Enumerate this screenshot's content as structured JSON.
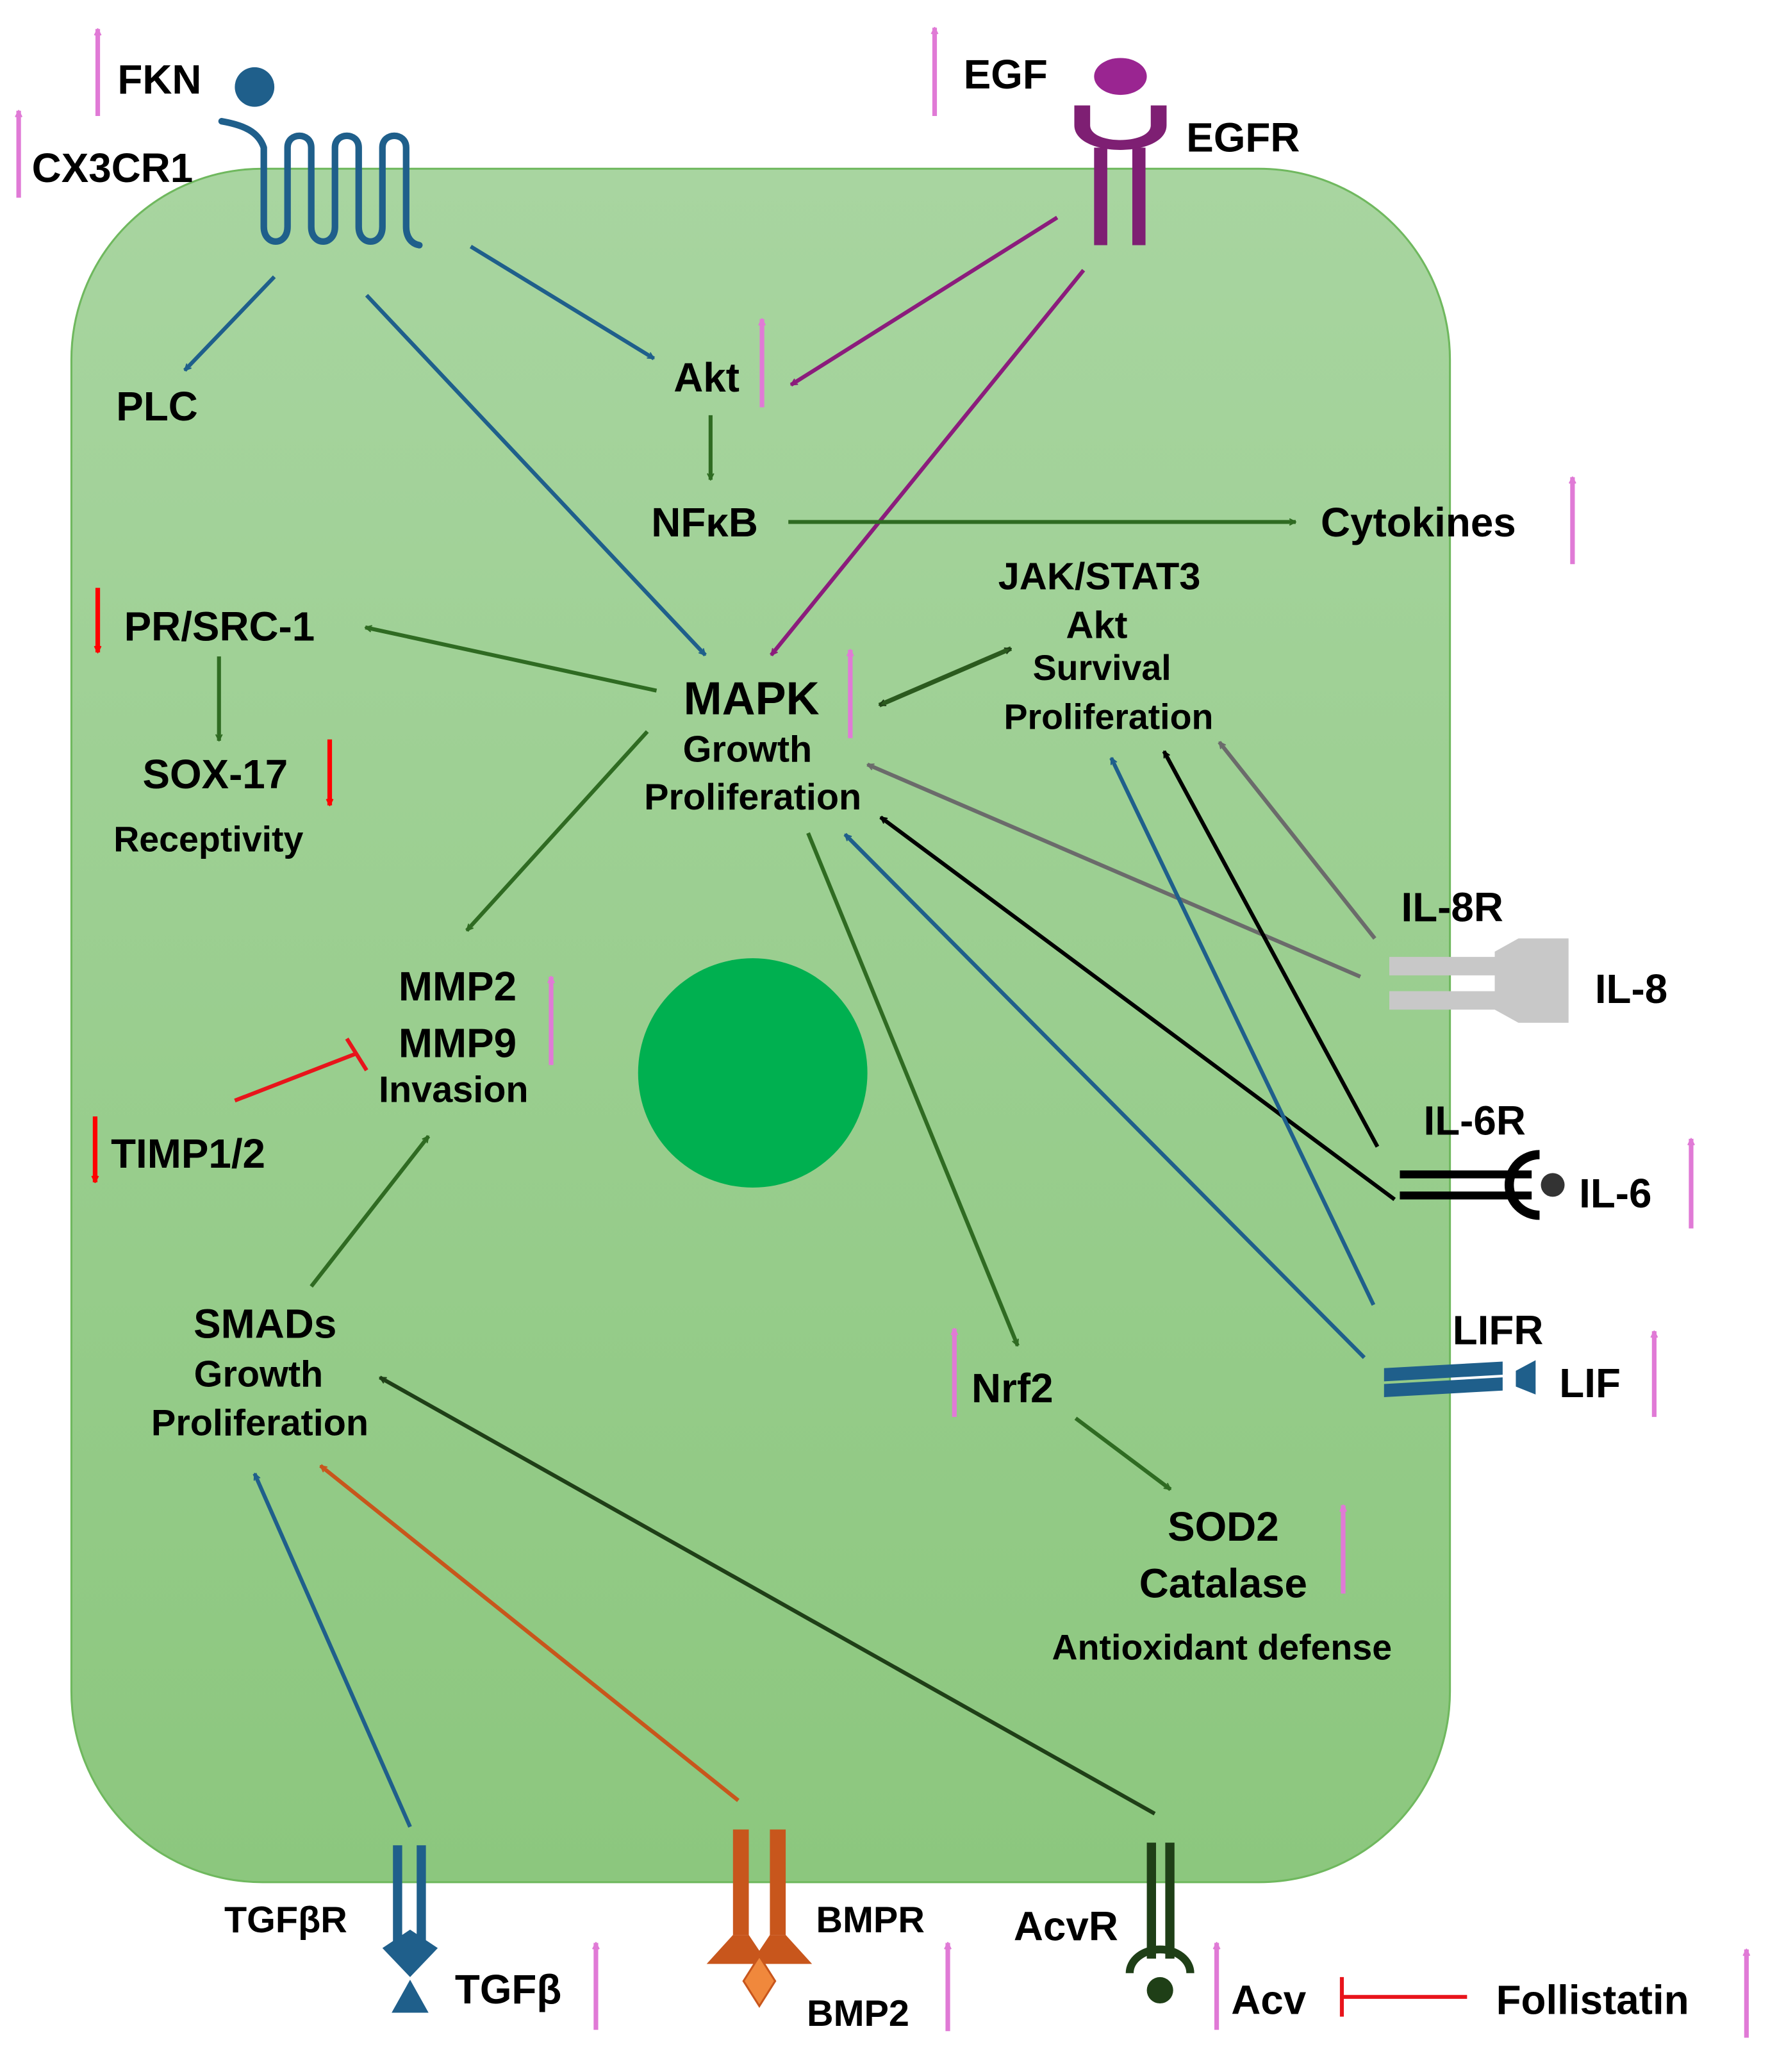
{
  "labels": {
    "fkn": "FKN",
    "cx3cr1": "CX3CR1",
    "egf": "EGF",
    "egfr": "EGFR",
    "plc": "PLC",
    "akt": "Akt",
    "nfkb": "NFκB",
    "cytokines": "Cytokines",
    "jak_stat3": "JAK/STAT3",
    "akt2": "Akt",
    "survival": "Survival",
    "proliferation_survival": "Proliferation",
    "pr_src1": "PR/SRC-1",
    "sox17": "SOX-17",
    "receptivity": "Receptivity",
    "mapk": "MAPK",
    "mapk_growth": "Growth",
    "mapk_proliferation": "Proliferation",
    "mmp2": "MMP2",
    "mmp9": "MMP9",
    "invasion": "Invasion",
    "timp": "TIMP1/2",
    "il8r": "IL-8R",
    "il8": "IL-8",
    "il6r": "IL-6R",
    "il6": "IL-6",
    "lifr": "LIFR",
    "lif": "LIF",
    "smads": "SMADs",
    "smads_growth": "Growth",
    "smads_proliferation": "Proliferation",
    "nrf2": "Nrf2",
    "sod2": "SOD2",
    "catalase": "Catalase",
    "antioxidant": "Antioxidant defense",
    "tgfbr": "TGFβR",
    "tgfb": "TGFβ",
    "bmpr": "BMPR",
    "bmp2": "BMP2",
    "acvr": "AcvR",
    "acv": "Acv",
    "follistatin": "Follistatin"
  },
  "colors": {
    "cell_top": "#a8d5a0",
    "cell_bottom": "#8cc77e",
    "cell_border": "#6fb85e",
    "nucleus": "#00b050",
    "up_arrow": "#e07ad6",
    "down_arrow": "#ff0000",
    "inhibit": "#e8141b",
    "blue": "#1f5f8b",
    "purple": "#8b1c7c",
    "green": "#2f6b22",
    "dark_green": "#2b5a1e",
    "black": "#000000",
    "gray": "#6b6b6b",
    "light_gray": "#c8c8c8",
    "orange": "#c8561c",
    "diamond": "#f0883c"
  }
}
